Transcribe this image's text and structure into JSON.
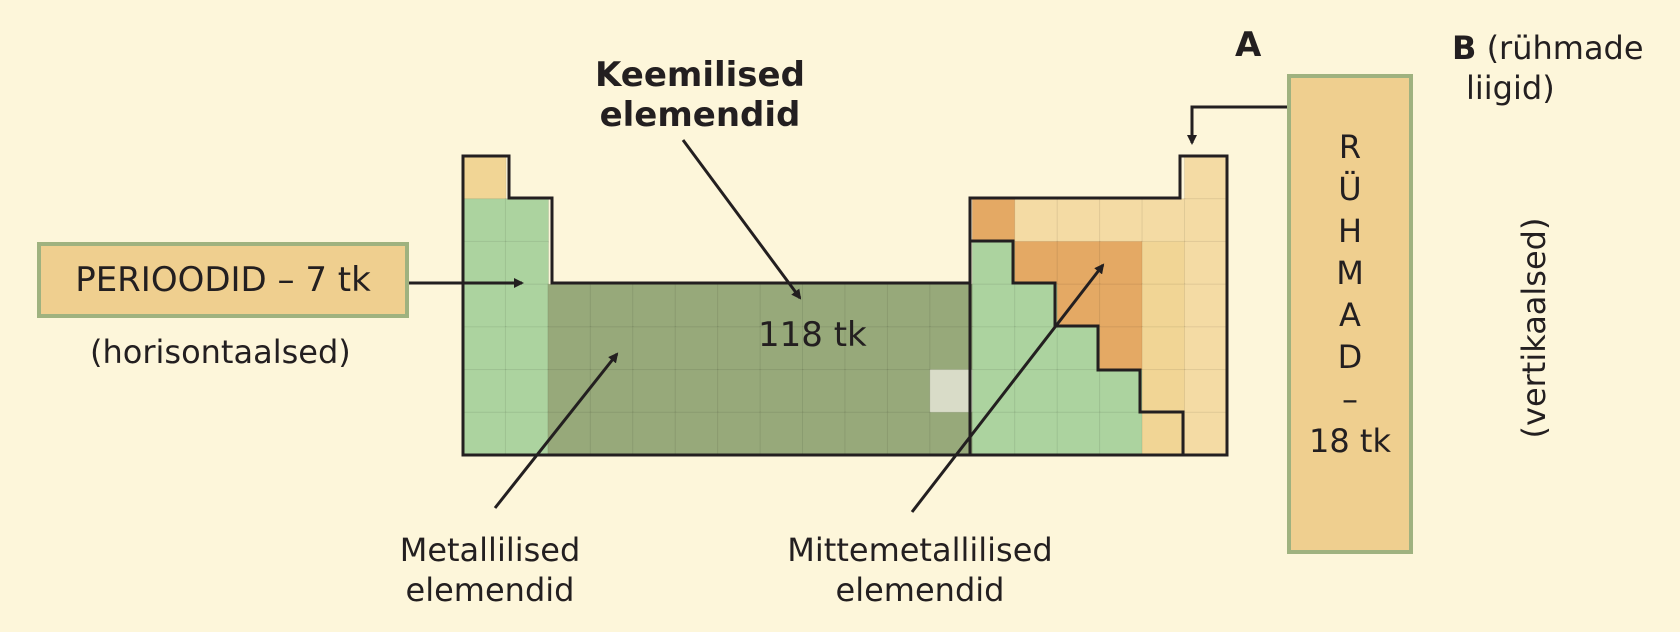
{
  "title": {
    "line1": "Keemilised",
    "line2": "elemendid"
  },
  "center_count": "118 tk",
  "periods": {
    "box_label": "PERIOODID – 7 tk",
    "sub_label": "(horisontaalsed)"
  },
  "label_a": "A",
  "label_b": {
    "letter": "B",
    "line1": " (rühmade",
    "line2": "liigid)"
  },
  "groups": {
    "chars": [
      "R",
      "Ü",
      "H",
      "M",
      "A",
      "D",
      "–",
      "18 tk"
    ],
    "vertical_label": "(vertikaalsed)"
  },
  "metals": {
    "line1": "Metallilised",
    "line2": "elemendid"
  },
  "nonmetals": {
    "line1": "Mittemetallilised",
    "line2": "elemendid"
  },
  "colors": {
    "background": "#fdf6da",
    "light_green": "#acd39f",
    "dark_green": "#97a97a",
    "orange": "#e4a964",
    "light_orange": "#f1d595",
    "pale_yellow": "#f4dba4",
    "box_fill": "#efcf8f",
    "box_border": "#9fb27f",
    "gray_cell": "#d9dcc8",
    "outline": "#231f20"
  }
}
